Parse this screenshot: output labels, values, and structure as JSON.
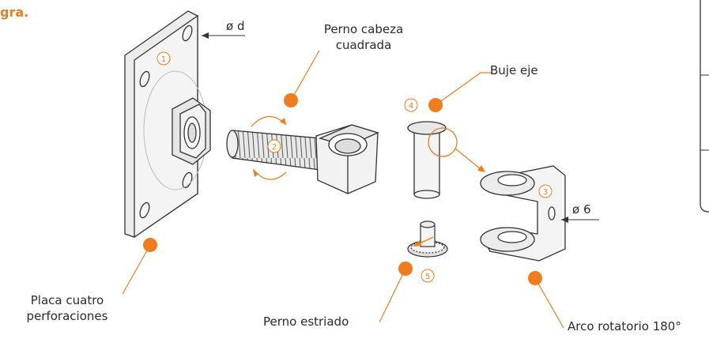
{
  "title": "gra.",
  "labels": {
    "diameter_d": "ø d",
    "diameter_6": "ø 6",
    "perno_cabeza": "Perno cabeza\ncuadrada",
    "buje_eje": "Buje eje",
    "placa": "Placa cuatro\nperforaciones",
    "perno_estriado": "Perno estriado",
    "arco": "Arco rotatorio 180°"
  },
  "part_numbers": [
    "1",
    "2",
    "3",
    "4",
    "5"
  ],
  "colors": {
    "accent": "#ef7d1d",
    "line": "#333333",
    "face": "#f4f4f4"
  }
}
